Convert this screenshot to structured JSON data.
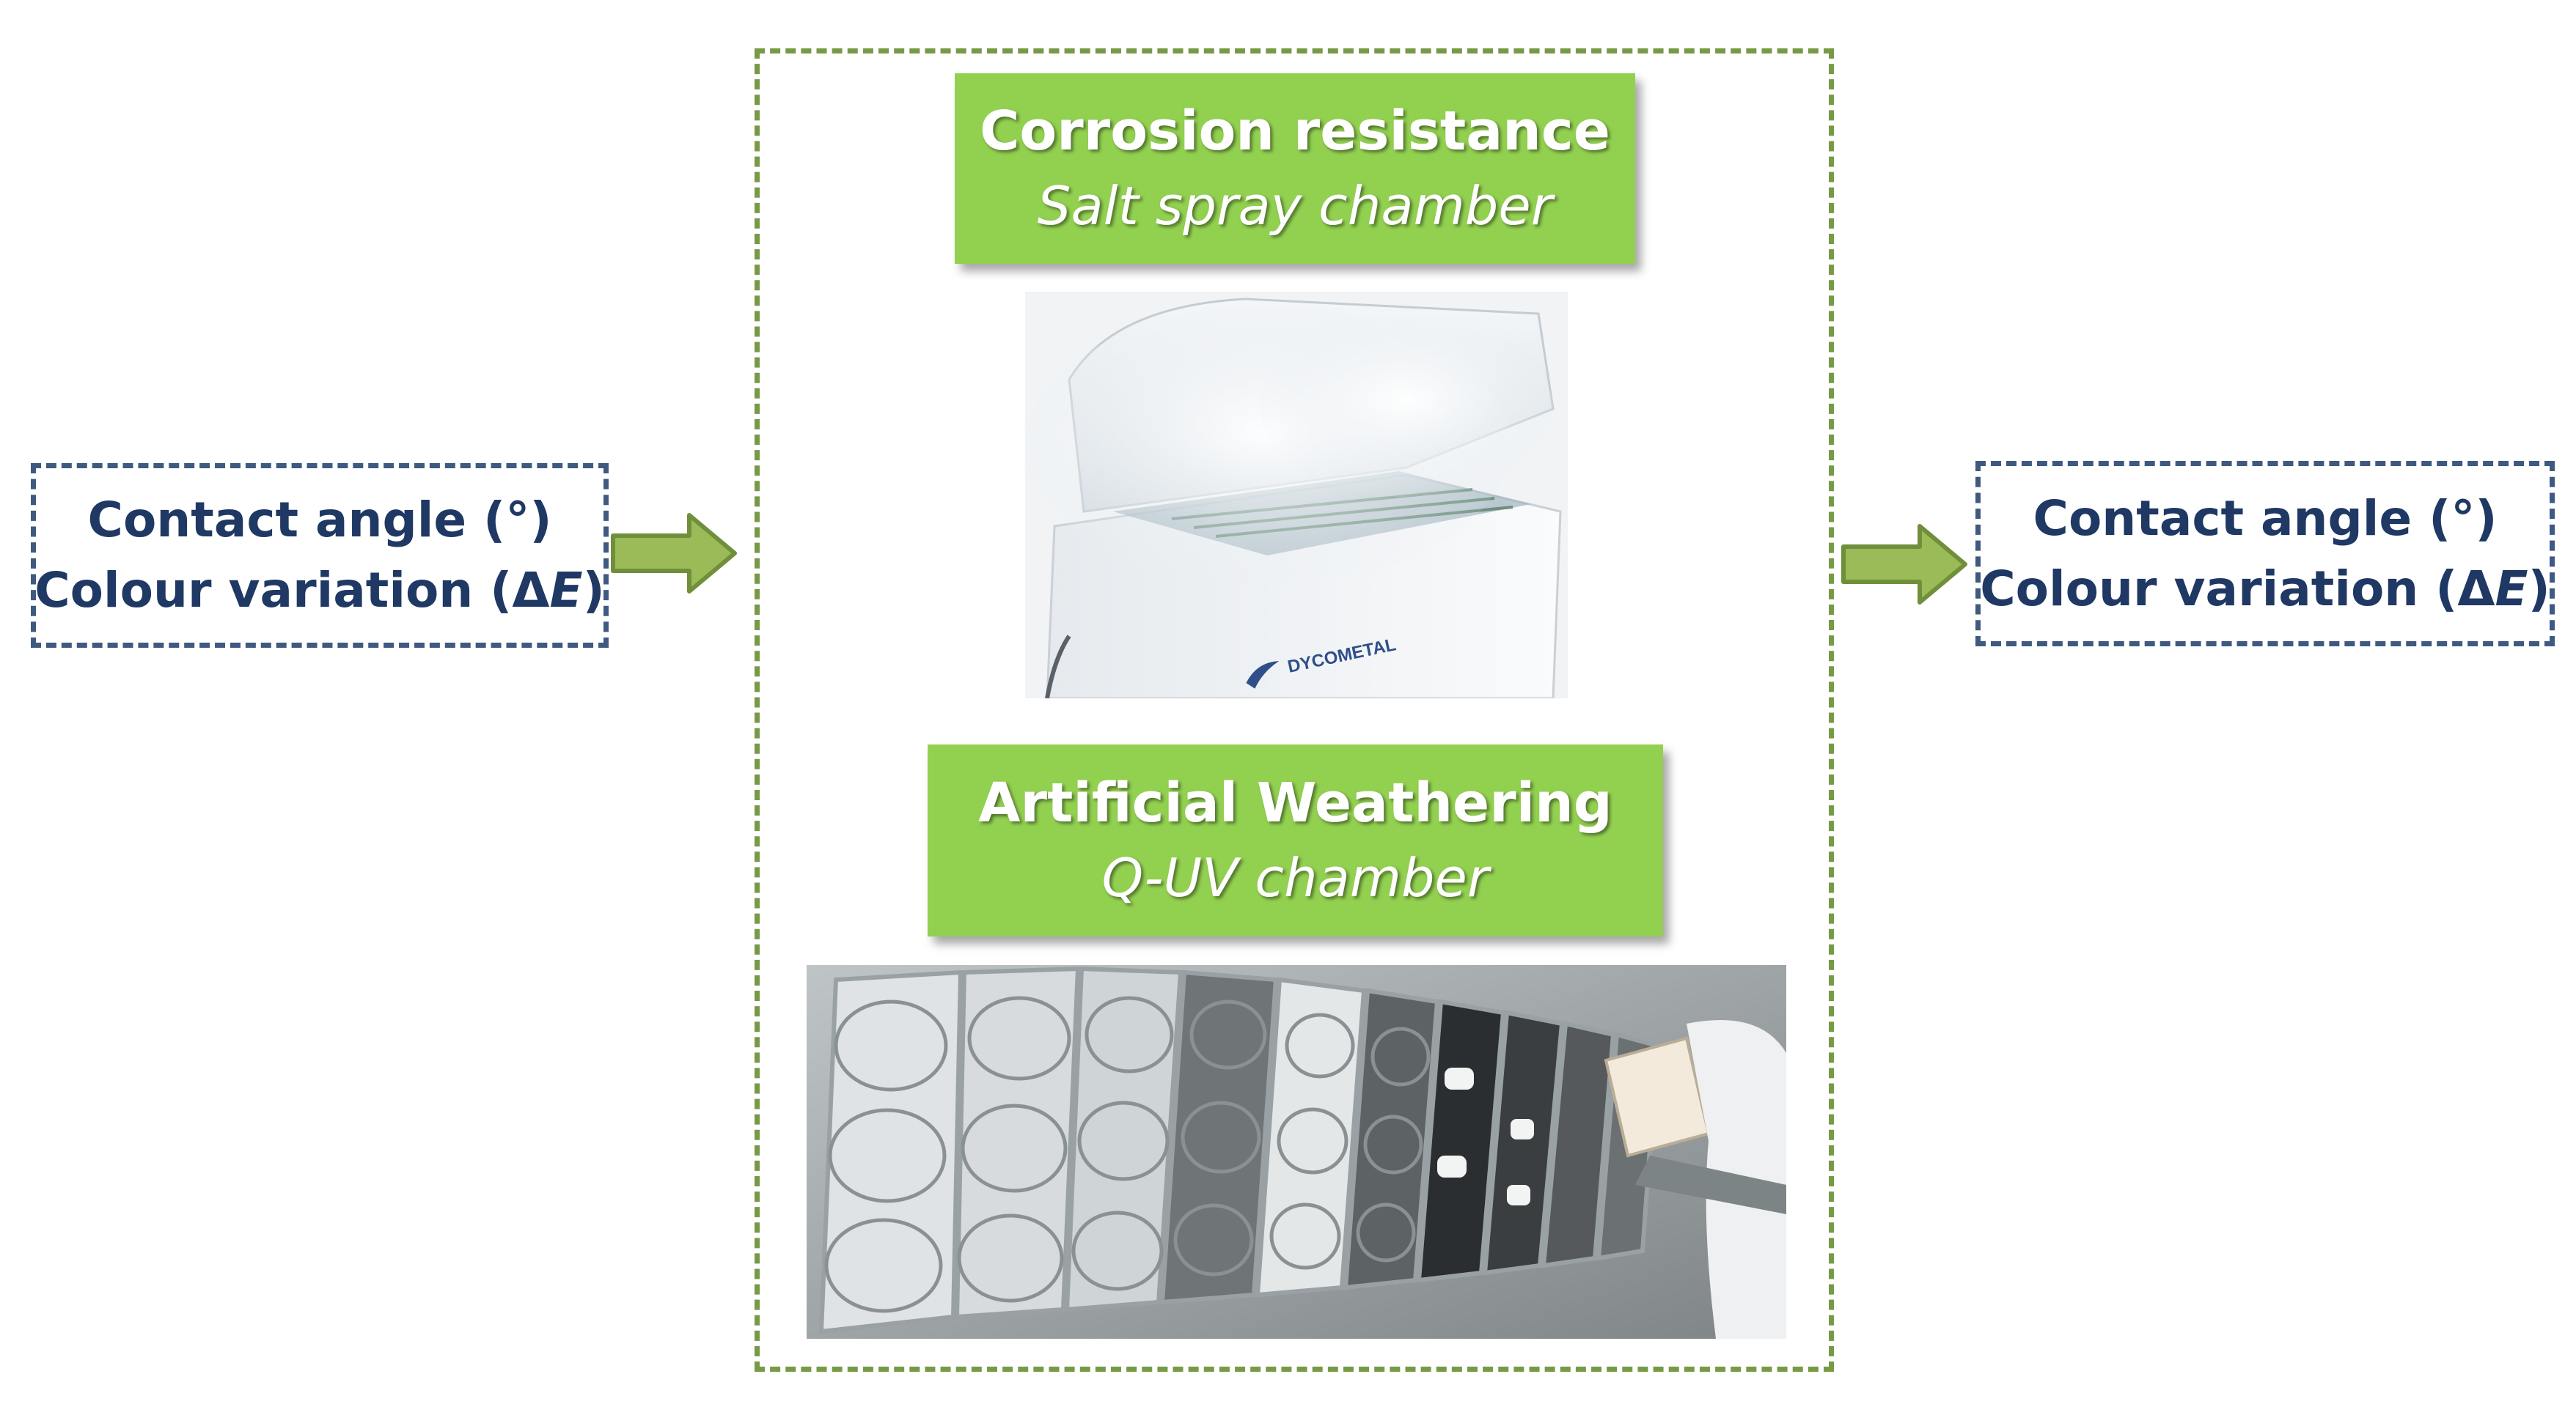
{
  "input_box": {
    "line1": "Contact angle (°)",
    "line2_prefix": "Colour variation (Δ",
    "line2_var": "E",
    "line2_suffix": ")"
  },
  "corrosion": {
    "title": "Corrosion resistance",
    "subtitle": "Salt spray chamber",
    "photo_brand": "DYCOMETAL"
  },
  "weathering": {
    "title": "Artificial Weathering",
    "subtitle": "Q-UV chamber"
  },
  "output_box": {
    "line1": "Contact angle (°)",
    "line2_prefix": "Colour variation (Δ",
    "line2_var": "E",
    "line2_suffix": ")"
  },
  "colors": {
    "box_border": "#3e5a80",
    "box_text": "#1f3864",
    "frame_border": "#769a45",
    "header_fill": "#92d050",
    "arrow_fill": "#9bbb59",
    "arrow_stroke": "#6f8f3a"
  }
}
